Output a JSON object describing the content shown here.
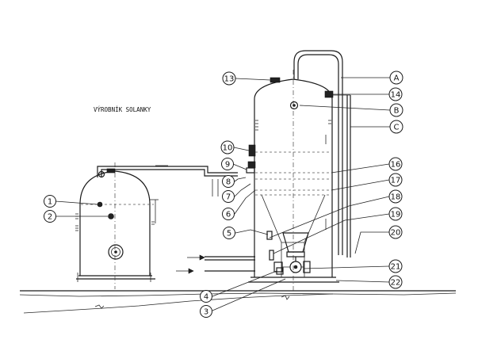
{
  "title": "VÝROBNÍK SOLANKY",
  "callouts_left": [
    "1",
    "2",
    "13",
    "10",
    "9",
    "8",
    "7",
    "6",
    "5",
    "4",
    "3"
  ],
  "callouts_right": [
    "A",
    "14",
    "B",
    "C",
    "16",
    "17",
    "18",
    "19",
    "20",
    "21",
    "22"
  ]
}
